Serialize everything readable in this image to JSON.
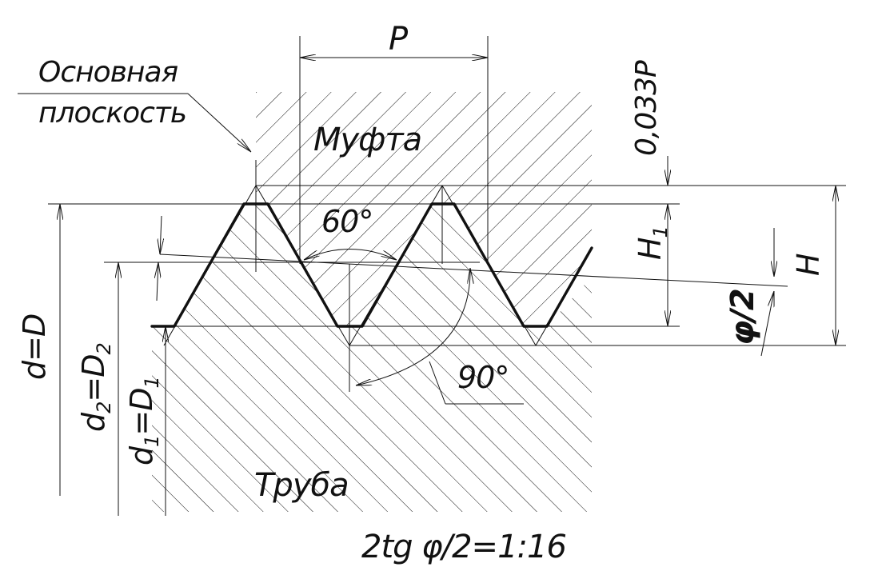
{
  "labels": {
    "pitch": "P",
    "base_plane_1": "Основная",
    "base_plane_2": "плоскость",
    "coupling": "Муфта",
    "pipe": "Труба",
    "angle_60": "60°",
    "angle_90": "90°",
    "offset": "0,033P",
    "h1": "H",
    "h1_sub": "1",
    "h": "H",
    "half_phi": "φ/2",
    "d_outer": "d=D",
    "d_pitch": "d",
    "d_pitch_sub1": "2",
    "d_pitch_mid": "=D",
    "d_pitch_sub2": "2",
    "d_inner": "d",
    "d_inner_sub1": "1",
    "d_inner_mid": "=D",
    "d_inner_sub2": "1",
    "formula": "2tg φ/2=1:16"
  },
  "colors": {
    "line": "#111111",
    "background": "#ffffff"
  }
}
